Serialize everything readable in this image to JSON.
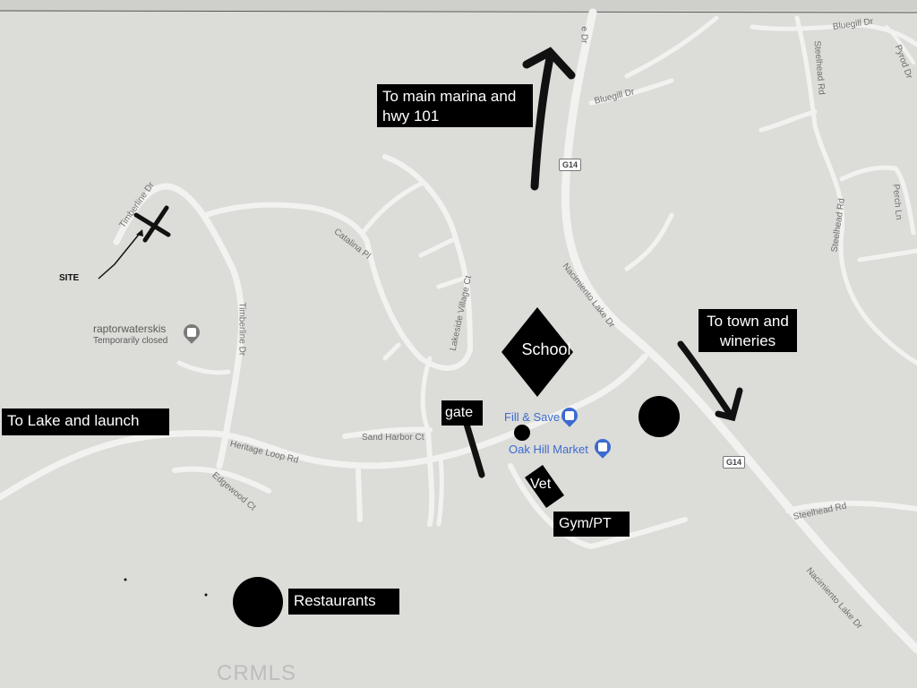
{
  "map": {
    "roads": {
      "nacimiento_lake_dr_1": "Nacimiento Lake Dr",
      "nacimiento_lake_dr_2": "Nacimiento Lake Dr",
      "nacimiento_lake_dr_top": "e Dr",
      "g14_1": "G14",
      "g14_2": "G14",
      "timberline_dr_1": "Timberline Dr",
      "timberline_dr_2": "Timberline Dr",
      "catalina_pl": "Catalina Pl",
      "lakeside_village_ct": "Lakeside Village Ct",
      "sand_harbor_ct": "Sand Harbor Ct",
      "heritage_loop_rd": "Heritage Loop Rd",
      "edgewood_ct": "Edgewood Ct",
      "bluegill_dr_1": "Bluegill Dr",
      "bluegill_dr_2": "Bluegill Dr",
      "steelhead_rd_1": "Steelhead Rd",
      "steelhead_rd_2": "Steelhead Rd",
      "steelhead_rd_3": "Steelhead Rd",
      "perch_ln": "Perch Ln",
      "pyrod_dr": "Pyrod Dr"
    },
    "pois": {
      "raptor_name": "raptorwaterskis",
      "raptor_status": "Temporarily closed",
      "fill_save": "Fill & Save",
      "oak_hill": "Oak Hill Market"
    },
    "colors": {
      "map_bg": "#dcdcd8",
      "road": "#f2f2f0",
      "poi_blue": "#3c6bd0",
      "pin_gray": "#7a7a7a"
    }
  },
  "annotations": {
    "to_marina": "To main marina and hwy 101",
    "to_town": "To town and wineries",
    "school": "School",
    "gate": "gate",
    "to_lake": "To Lake and launch",
    "vet": "Vet",
    "gym": "Gym/PT",
    "restaurants": "Restaurants",
    "site": "SITE"
  },
  "watermark": "CRMLS"
}
